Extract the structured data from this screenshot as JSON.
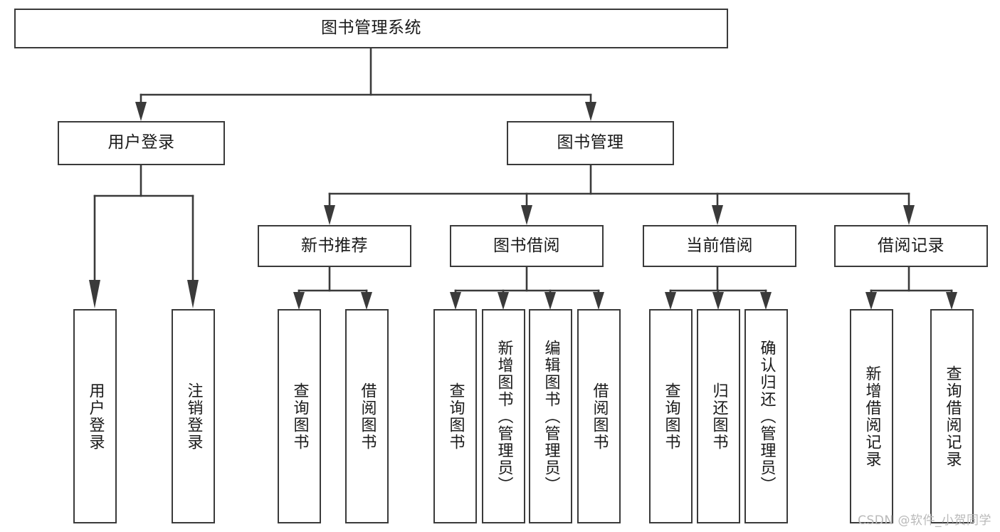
{
  "diagram": {
    "type": "tree",
    "title": "图书管理系统",
    "root": {
      "id": "root",
      "label": "图书管理系统"
    },
    "level2": [
      {
        "id": "user-login",
        "label": "用户登录"
      },
      {
        "id": "book-manage",
        "label": "图书管理"
      }
    ],
    "level3": [
      {
        "id": "new-book-recommend",
        "label": "新书推荐",
        "parent": "book-manage"
      },
      {
        "id": "book-borrow",
        "label": "图书借阅",
        "parent": "book-manage"
      },
      {
        "id": "current-borrow",
        "label": "当前借阅",
        "parent": "book-manage"
      },
      {
        "id": "borrow-record",
        "label": "借阅记录",
        "parent": "book-manage"
      }
    ],
    "leaves": [
      {
        "id": "leaf-user-login",
        "label": "用户登录",
        "parent": "user-login"
      },
      {
        "id": "leaf-logout",
        "label": "注销登录",
        "parent": "user-login"
      },
      {
        "id": "leaf-query-book-1",
        "label": "查询图书",
        "parent": "new-book-recommend"
      },
      {
        "id": "leaf-borrow-book-1",
        "label": "借阅图书",
        "parent": "new-book-recommend"
      },
      {
        "id": "leaf-query-book-2",
        "label": "查询图书",
        "parent": "book-borrow"
      },
      {
        "id": "leaf-add-book",
        "label": "新增图书（管理员）",
        "parent": "book-borrow"
      },
      {
        "id": "leaf-edit-book",
        "label": "编辑图书（管理员）",
        "parent": "book-borrow"
      },
      {
        "id": "leaf-borrow-book-2",
        "label": "借阅图书",
        "parent": "book-borrow"
      },
      {
        "id": "leaf-query-book-3",
        "label": "查询图书",
        "parent": "current-borrow"
      },
      {
        "id": "leaf-return-book",
        "label": "归还图书",
        "parent": "current-borrow"
      },
      {
        "id": "leaf-confirm-return",
        "label": "确认归还（管理员）",
        "parent": "current-borrow"
      },
      {
        "id": "leaf-add-record",
        "label": "新增借阅记录",
        "parent": "borrow-record"
      },
      {
        "id": "leaf-query-record",
        "label": "查询借阅记录",
        "parent": "borrow-record"
      }
    ],
    "colors": {
      "stroke": "#3a3a3a",
      "fill": "#ffffff",
      "text": "#1a1a1a",
      "watermark": "#b9b9b9"
    }
  },
  "watermark": {
    "text": "CSDN @软件_小贺同学"
  }
}
